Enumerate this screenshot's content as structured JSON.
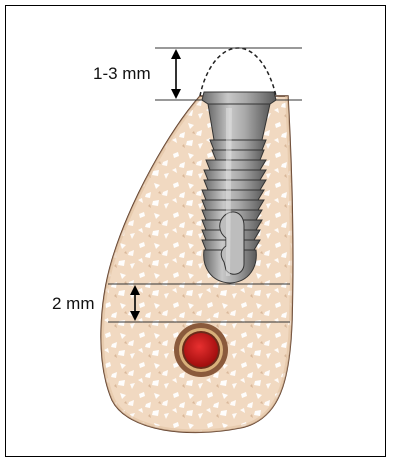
{
  "labels": {
    "crest_height": "1-3 mm",
    "nerve_clearance": "2 mm"
  },
  "colors": {
    "bone_fill": "#f1d9c1",
    "bone_outline": "#5b3a26",
    "trabecular_speckle": "#ffffff",
    "implant_metal": "#9a9a9a",
    "implant_shade": "#5f5f5f",
    "nerve_outer": "#8a5a3c",
    "nerve_ring": "#d8b07a",
    "nerve_inner": "#c81414"
  },
  "icons": {
    "arrow": "double-headed-vertical-arrow"
  }
}
